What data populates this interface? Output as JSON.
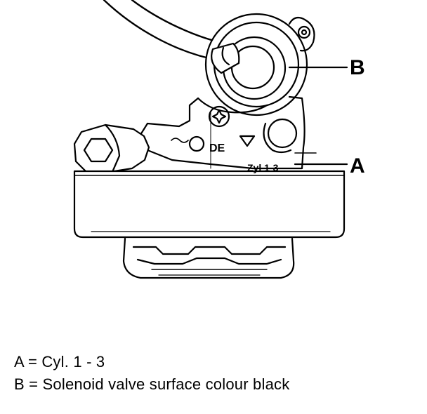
{
  "callouts": {
    "a": "A",
    "b": "B"
  },
  "engraving": {
    "cylinder_mark": "Zyl 1-3",
    "origin_mark": "DE"
  },
  "legend": [
    "A = Cyl. 1 - 3",
    "B = Solenoid valve surface colour black"
  ],
  "colors": {
    "ink": "#000000",
    "paper": "#ffffff"
  },
  "icons": {
    "hex_socket": "hex-socket-icon",
    "torx_screw": "torx-screw-icon",
    "triangle_mark": "triangle-mark-icon"
  }
}
